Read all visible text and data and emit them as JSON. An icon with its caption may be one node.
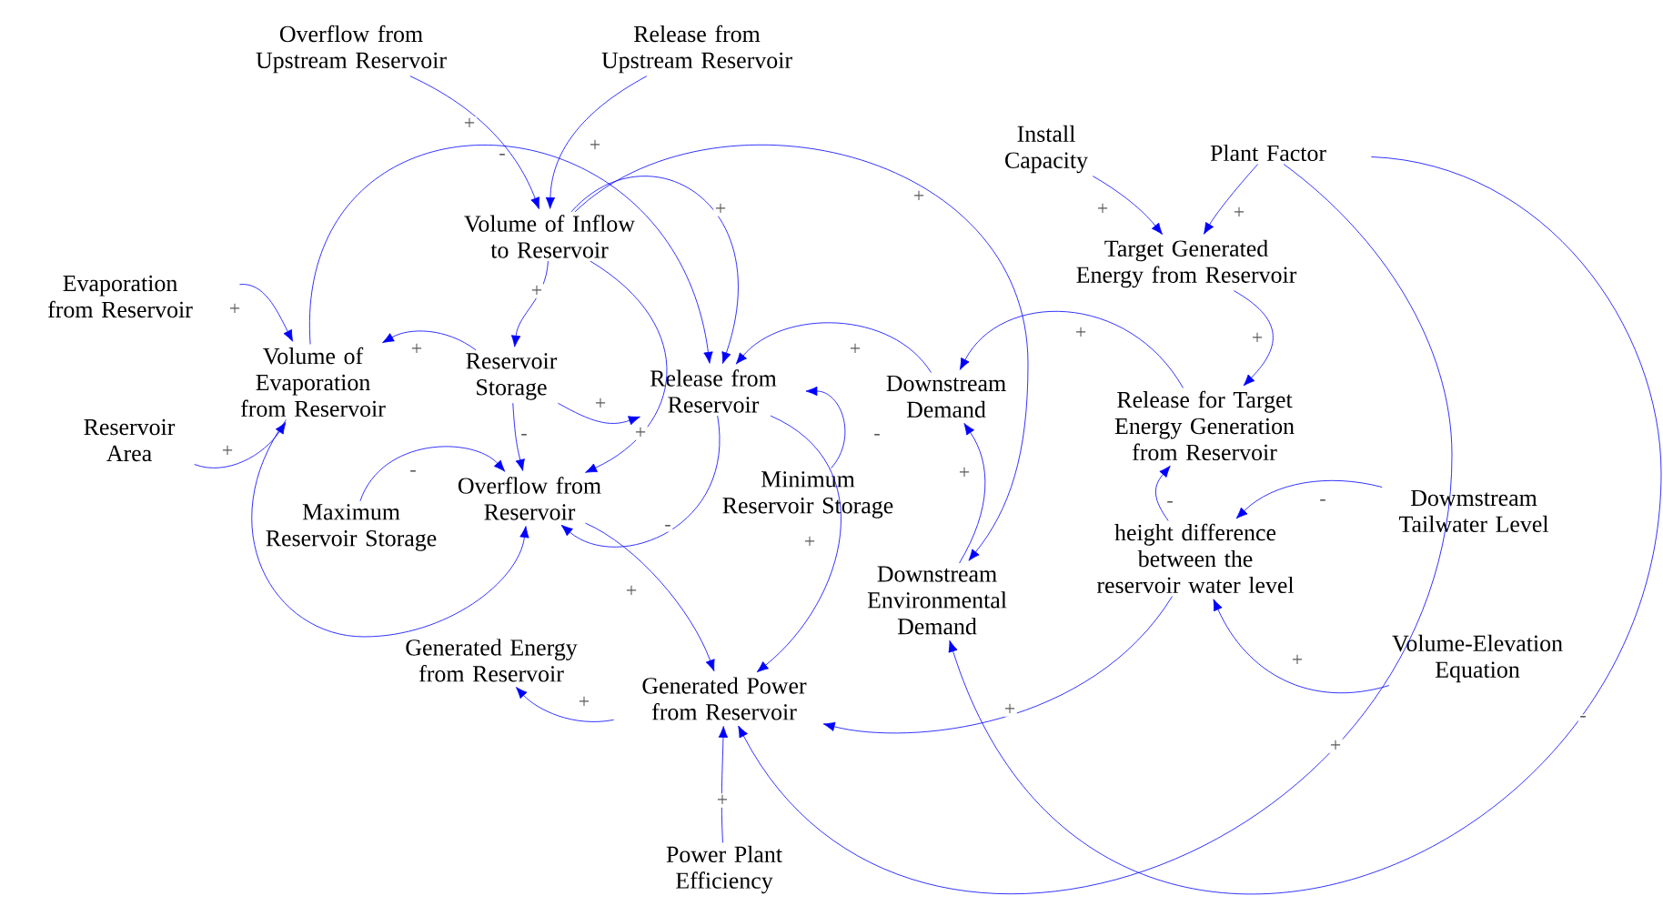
{
  "diagram": {
    "nodes": [
      {
        "text": [
          "Overflow from Upstream Reservoir"
        ]
      },
      {
        "text": [
          "Release from Upstream Reservoir"
        ]
      },
      {
        "text": [
          "Volume of Inflow to Reservoir"
        ]
      },
      {
        "text": [
          "Install Capacity"
        ]
      },
      {
        "text": [
          "Plant Factor"
        ]
      },
      {
        "text": [
          "Target Generated Energy from Reservoir"
        ]
      },
      {
        "text": [
          "Evaporation from Reservoir"
        ]
      },
      {
        "text": [
          "Volume of Evaporation from Reservoir"
        ]
      },
      {
        "text": [
          "Reservoir Storage"
        ]
      },
      {
        "text": [
          "Release from Reservoir"
        ]
      },
      {
        "text": [
          "Downstream Demand"
        ]
      },
      {
        "text": [
          "Release for Target Energy Generation from Reservoir"
        ]
      },
      {
        "text": [
          "Reservoir Area"
        ]
      },
      {
        "text": [
          "Overflow from Reservoir"
        ]
      },
      {
        "text": [
          "Maximum Reservoir Storage"
        ]
      },
      {
        "text": [
          "Minimum Reservoir Storage"
        ]
      },
      {
        "text": [
          "Dowmstream Tailwater Level"
        ]
      },
      {
        "text": [
          "height difference between the reservoir water level"
        ]
      },
      {
        "text": [
          "Downstream Environmental Demand"
        ]
      },
      {
        "text": [
          "Generated Energy from Reservoir"
        ]
      },
      {
        "text": [
          "Volume-Elevation Equation"
        ]
      },
      {
        "text": [
          "Generated Power from Reservoir"
        ]
      },
      {
        "text": [
          "Power Plant Efficiency"
        ]
      }
    ],
    "edges": [
      {
        "from": 0,
        "to": 2,
        "arrow": "to",
        "label": "-"
      },
      {
        "from": 1,
        "to": 2,
        "arrow": "to",
        "label": "+"
      },
      {
        "from": 2,
        "to": 8,
        "arrow": "to",
        "label": "+"
      },
      {
        "from": 2,
        "to": 9,
        "arrow": "to",
        "label": "+"
      },
      {
        "from": 2,
        "to": 18,
        "arrow": "to",
        "label": "+"
      },
      {
        "from": 2,
        "to": 13,
        "arrow": "to",
        "label": "+"
      },
      {
        "from": 6,
        "to": 7,
        "arrow": "to",
        "label": "+"
      },
      {
        "from": 12,
        "to": 7,
        "arrow": "to",
        "label": "+"
      },
      {
        "from": 8,
        "to": 7,
        "arrow": "to",
        "label": "+"
      },
      {
        "from": 8,
        "to": 9,
        "arrow": "to",
        "label": "+"
      },
      {
        "from": 8,
        "to": 13,
        "arrow": "to",
        "label": "-"
      },
      {
        "from": 7,
        "to": 9,
        "arrow": "to",
        "label": "+"
      },
      {
        "from": 7,
        "to": 13,
        "arrow": "to"
      },
      {
        "from": 14,
        "to": 13,
        "arrow": "to",
        "label": "-"
      },
      {
        "from": 9,
        "to": 13,
        "arrow": "to",
        "label": "-"
      },
      {
        "from": 15,
        "to": 9,
        "arrow": "to",
        "label": "-"
      },
      {
        "from": 9,
        "to": 21,
        "arrow": "to",
        "label": "+"
      },
      {
        "from": 13,
        "to": 21,
        "arrow": "to",
        "label": "+"
      },
      {
        "from": 21,
        "to": 19,
        "arrow": "to",
        "label": "+"
      },
      {
        "from": 22,
        "to": 21,
        "arrow": "to",
        "label": "+"
      },
      {
        "from": 10,
        "to": 9,
        "arrow": "to",
        "label": "+"
      },
      {
        "from": 18,
        "to": 10,
        "arrow": "to",
        "label": "+"
      },
      {
        "from": 11,
        "to": 10,
        "arrow": "to",
        "label": "+"
      },
      {
        "from": 5,
        "to": 11,
        "arrow": "to",
        "label": "+"
      },
      {
        "from": 3,
        "to": 5,
        "arrow": "to",
        "label": "+"
      },
      {
        "from": 4,
        "to": 5,
        "arrow": "to",
        "label": "+"
      },
      {
        "from": 17,
        "to": 11,
        "arrow": "to",
        "label": "-"
      },
      {
        "from": 16,
        "to": 17,
        "arrow": "to",
        "label": "-"
      },
      {
        "from": 20,
        "to": 17,
        "arrow": "to",
        "label": "+"
      },
      {
        "from": 17,
        "to": 21,
        "arrow": "to",
        "label": "+"
      },
      {
        "from": 4,
        "to": 21,
        "arrow": "to",
        "label": "+"
      },
      {
        "from": 4,
        "to": 18,
        "arrow": "to",
        "label": "-"
      }
    ]
  }
}
